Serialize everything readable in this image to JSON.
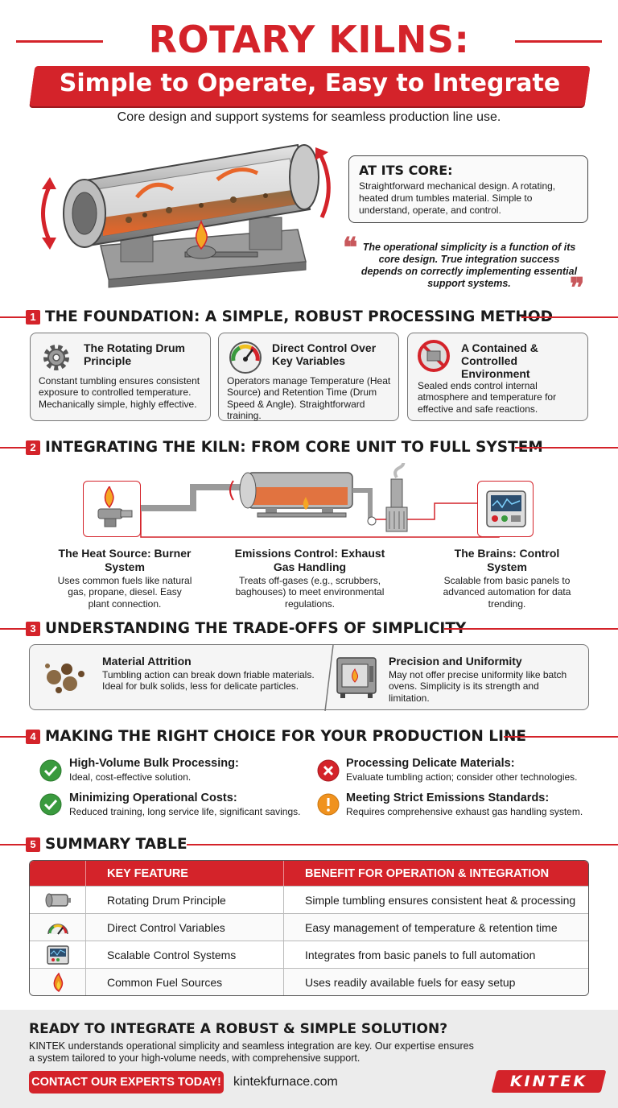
{
  "header": {
    "title": "ROTARY KILNS:",
    "banner": "Simple to Operate, Easy to Integrate",
    "subtitle": "Core design and support systems for seamless production line use."
  },
  "core": {
    "heading": "AT ITS CORE:",
    "text": "Straightforward mechanical design. A rotating, heated drum tumbles material. Simple to understand, operate, and control.",
    "quote": "The operational simplicity is a function of its core design. True integration success depends on correctly implementing essential support systems."
  },
  "sections": [
    {
      "num": "1",
      "title": "THE FOUNDATION: A SIMPLE, ROBUST PROCESSING METHOD"
    },
    {
      "num": "2",
      "title": "INTEGRATING THE KILN: FROM CORE UNIT TO FULL SYSTEM"
    },
    {
      "num": "3",
      "title": "UNDERSTANDING THE TRADE-OFFS OF SIMPLICITY"
    },
    {
      "num": "4",
      "title": "MAKING THE RIGHT CHOICE FOR YOUR PRODUCTION LINE"
    },
    {
      "num": "5",
      "title": "SUMMARY TABLE"
    }
  ],
  "foundation": [
    {
      "title": "The Rotating Drum Principle",
      "text": "Constant tumbling ensures consistent exposure to controlled temperature. Mechanically simple, highly effective.",
      "icon": "gear-icon"
    },
    {
      "title": "Direct Control Over Key Variables",
      "text": "Operators manage Temperature (Heat Source) and Retention Time (Drum Speed & Angle). Straightforward training.",
      "icon": "gauge-icon"
    },
    {
      "title": "A Contained & Controlled Environment",
      "text": "Sealed ends control internal atmosphere and temperature for effective and safe reactions.",
      "icon": "prohibited-icon"
    }
  ],
  "integration": [
    {
      "title": "The Heat Source: Burner System",
      "text": "Uses common fuels like natural gas, propane, diesel. Easy plant connection."
    },
    {
      "title": "Emissions Control: Exhaust Gas Handling",
      "text": "Treats off-gases (e.g., scrubbers, baghouses) to meet environmental regulations."
    },
    {
      "title": "The Brains: Control System",
      "text": "Scalable from basic panels to advanced automation for data trending."
    }
  ],
  "tradeoffs": [
    {
      "title": "Material Attrition",
      "text": "Tumbling action can break down friable materials. Ideal for bulk solids, less for delicate particles."
    },
    {
      "title": "Precision and Uniformity",
      "text": "May not offer precise uniformity like batch ovens. Simplicity is its strength and limitation."
    }
  ],
  "choices": [
    {
      "title": "High-Volume Bulk Processing:",
      "text": "Ideal, cost-effective solution.",
      "status": "check",
      "color": "#3a9a3e"
    },
    {
      "title": "Processing Delicate Materials:",
      "text": "Evaluate tumbling action; consider other technologies.",
      "status": "cross",
      "color": "#d4232a"
    },
    {
      "title": "Minimizing Operational Costs:",
      "text": "Reduced training, long service life, significant savings.",
      "status": "check",
      "color": "#3a9a3e"
    },
    {
      "title": "Meeting Strict Emissions Standards:",
      "text": "Requires comprehensive exhaust gas handling system.",
      "status": "warning",
      "color": "#f0921e"
    }
  ],
  "table": {
    "headers": [
      "KEY FEATURE",
      "BENEFIT FOR OPERATION & INTEGRATION"
    ],
    "rows": [
      {
        "icon": "drum-icon",
        "feature": "Rotating Drum Principle",
        "benefit": "Simple tumbling ensures consistent heat & processing"
      },
      {
        "icon": "gauge-icon",
        "feature": "Direct Control Variables",
        "benefit": "Easy management of temperature & retention time"
      },
      {
        "icon": "control-panel-icon",
        "feature": "Scalable Control Systems",
        "benefit": "Integrates from basic panels to full automation"
      },
      {
        "icon": "flame-icon",
        "feature": "Common Fuel Sources",
        "benefit": "Uses readily available fuels for easy setup"
      }
    ]
  },
  "footer": {
    "heading": "READY TO INTEGRATE A ROBUST & SIMPLE SOLUTION?",
    "text": "KINTEK understands operational simplicity and seamless integration are key. Our expertise ensures a system tailored to your high-volume needs, with comprehensive support.",
    "cta": "CONTACT OUR EXPERTS TODAY!",
    "url": "kintekfurnace.com",
    "logo": "KINTEK"
  },
  "colors": {
    "accent": "#d4232a",
    "ok": "#3a9a3e",
    "warn": "#f0921e"
  }
}
